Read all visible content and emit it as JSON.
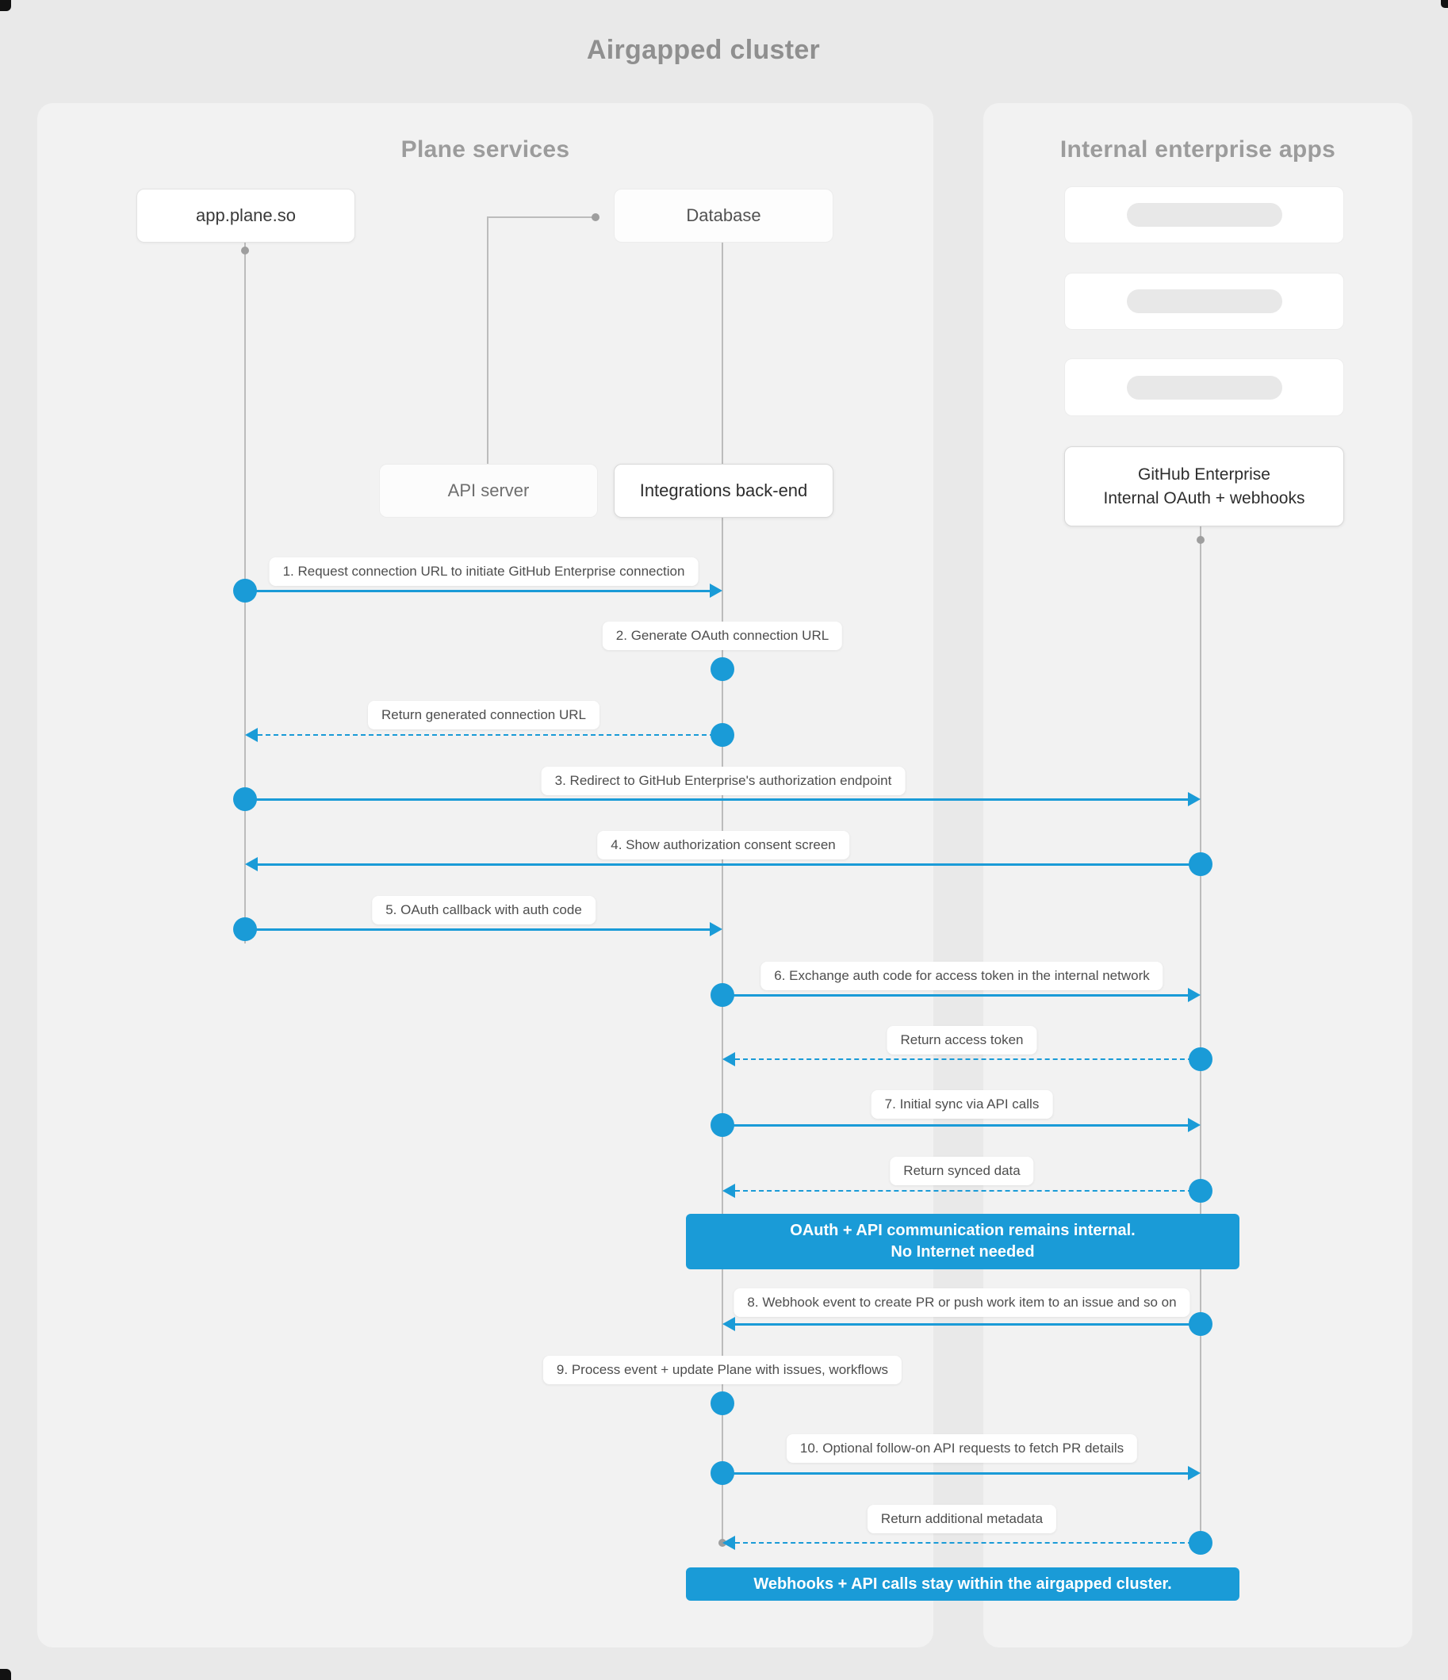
{
  "title": "Airgapped cluster",
  "panels": {
    "plane_services": {
      "title": "Plane services"
    },
    "internal_apps": {
      "title": "Internal enterprise apps"
    }
  },
  "nodes": {
    "app_plane": {
      "label": "app.plane.so"
    },
    "database": {
      "label": "Database"
    },
    "api_server": {
      "label": "API server"
    },
    "integrations_backend": {
      "label": "Integrations back-end"
    },
    "github_enterprise": {
      "line1": "GitHub Enterprise",
      "line2": "Internal OAuth + webhooks"
    }
  },
  "messages": [
    {
      "label": "1. Request connection URL to initiate GitHub Enterprise connection",
      "from": "app.plane.so",
      "to": "Integrations back-end",
      "style": "solid"
    },
    {
      "label": "2. Generate OAuth connection URL",
      "from": "Integrations back-end",
      "to": "Integrations back-end",
      "style": "self"
    },
    {
      "label": "Return generated connection URL",
      "from": "Integrations back-end",
      "to": "app.plane.so",
      "style": "dashed"
    },
    {
      "label": "3. Redirect to GitHub Enterprise's authorization endpoint",
      "from": "app.plane.so",
      "to": "GitHub Enterprise",
      "style": "solid"
    },
    {
      "label": "4. Show authorization consent screen",
      "from": "GitHub Enterprise",
      "to": "app.plane.so",
      "style": "solid"
    },
    {
      "label": "5. OAuth callback with auth code",
      "from": "app.plane.so",
      "to": "Integrations back-end",
      "style": "solid"
    },
    {
      "label": "6. Exchange auth code for access token in the internal network",
      "from": "Integrations back-end",
      "to": "GitHub Enterprise",
      "style": "solid"
    },
    {
      "label": "Return access token",
      "from": "GitHub Enterprise",
      "to": "Integrations back-end",
      "style": "dashed"
    },
    {
      "label": "7. Initial sync via API calls",
      "from": "Integrations back-end",
      "to": "GitHub Enterprise",
      "style": "solid"
    },
    {
      "label": "Return synced data",
      "from": "GitHub Enterprise",
      "to": "Integrations back-end",
      "style": "dashed"
    },
    {
      "label": "8. Webhook event to create PR or push work item to an issue and so on",
      "from": "GitHub Enterprise",
      "to": "Integrations back-end",
      "style": "solid"
    },
    {
      "label": "9. Process event + update Plane with issues, workflows",
      "from": "Integrations back-end",
      "to": "Integrations back-end",
      "style": "self"
    },
    {
      "label": "10. Optional follow-on API requests to fetch PR details",
      "from": "Integrations back-end",
      "to": "GitHub Enterprise",
      "style": "solid"
    },
    {
      "label": "Return additional metadata",
      "from": "GitHub Enterprise",
      "to": "Integrations back-end",
      "style": "dashed"
    }
  ],
  "banners": [
    {
      "line1": "OAuth + API communication remains internal.",
      "line2": "No Internet needed"
    },
    {
      "line1": "Webhooks + API calls stay within the airgapped cluster.",
      "line2": ""
    }
  ],
  "colors": {
    "accent_blue": "#1a9bd7",
    "background": "#e9e9e9",
    "panel": "#f2f2f2"
  }
}
